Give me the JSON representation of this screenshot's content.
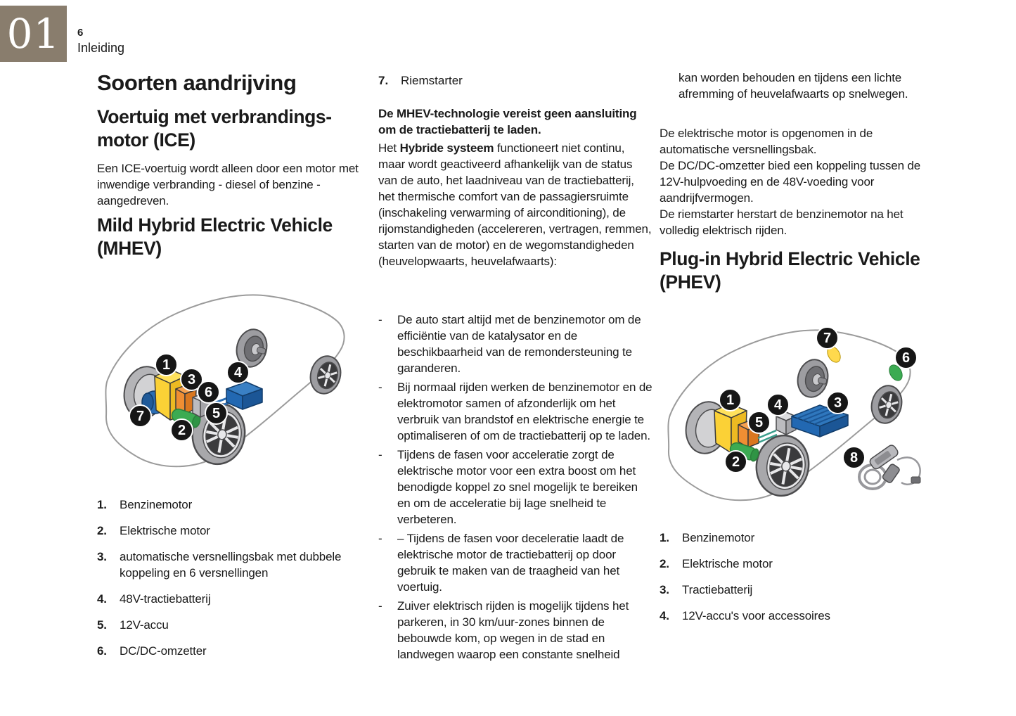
{
  "page": {
    "chapter": "01",
    "page_number": "6",
    "section_title": "Inleiding"
  },
  "left": {
    "title": "Soorten aandrijving",
    "ice_heading": "Voertuig met verbrandings-motor (ICE)",
    "ice_paragraph": "Een ICE-voertuig wordt alleen door een motor met inwendige verbranding - diesel of benzine - aangedreven.",
    "mhev_heading": "Mild Hybrid Electric Vehicle (MHEV)",
    "mhev_legend": [
      {
        "num": "1.",
        "label": "Benzinemotor"
      },
      {
        "num": "2.",
        "label": "Elektrische motor"
      },
      {
        "num": "3.",
        "label": "automatische versnellingsbak met dubbele koppeling en 6 versnellingen"
      },
      {
        "num": "4.",
        "label": "48V-tractiebatterij"
      },
      {
        "num": "5.",
        "label": "12V-accu"
      },
      {
        "num": "6.",
        "label": "DC/DC-omzetter"
      }
    ]
  },
  "middle": {
    "item7_num": "7.",
    "item7_label": "Riemstarter",
    "bold_intro": "De MHEV-technologie vereist geen aansluiting om de tractiebatterij te laden.",
    "para_pre": "Het ",
    "para_bold": "Hybride systeem",
    "para_rest": " functioneert niet continu, maar wordt geactiveerd afhankelijk van de status van de auto, het laadniveau van de tractiebatterij, het thermische comfort van de passagiersruimte (inschakeling verwarming of airconditioning), de rijomstandigheden (accelereren, vertragen, remmen, starten van de motor) en de wegomstandigheden (heuvelopwaarts, heuvelafwaarts):",
    "bullet_char": "-",
    "bullets": [
      "De auto start altijd met de benzinemotor om de efficiëntie van de katalysator en de beschikbaarheid van de remondersteuning te garanderen.",
      "Bij normaal rijden werken de benzinemotor en de elektromotor samen of afzonderlijk om het verbruik van brandstof en elektrische energie te optimaliseren of om de tractiebatterij op te laden.",
      "Tijdens de fasen voor acceleratie zorgt de elektrische motor voor een extra boost om het benodigde koppel zo snel mogelijk te bereiken en om de acceleratie bij lage snelheid te verbeteren.",
      "– Tijdens de fasen voor deceleratie laadt de elektrische motor de tractiebatterij op door gebruik te maken van de traagheid van het voertuig.",
      "Zuiver elektrisch rijden is mogelijk tijdens het parkeren, in 30 km/uur-zones binnen de bebouwde kom, op wegen in de stad en landwegen waarop een constante snelheid"
    ]
  },
  "right": {
    "continuation": "kan worden behouden en tijdens een lichte afremming of heuvelafwaarts op snelwegen.",
    "paragraphs": [
      "De elektrische motor is opgenomen in de automatische versnellingsbak.",
      "De DC/DC-omzetter bied een koppeling tussen de 12V-hulpvoeding en de 48V-voeding voor aandrijfvermogen.",
      "De riemstarter herstart de benzinemotor na het volledig elektrisch rijden."
    ],
    "phev_heading": "Plug-in Hybrid Electric Vehicle (PHEV)",
    "phev_legend": [
      {
        "num": "1.",
        "label": "Benzinemotor"
      },
      {
        "num": "2.",
        "label": "Elektrische motor"
      },
      {
        "num": "3.",
        "label": "Tractiebatterij"
      },
      {
        "num": "4.",
        "label": "12V-accu's voor accessoires"
      }
    ]
  },
  "diagrams": {
    "mhev_markers": [
      "1",
      "2",
      "3",
      "4",
      "5",
      "6",
      "7"
    ],
    "phev_markers": [
      "1",
      "2",
      "3",
      "4",
      "5",
      "6",
      "7",
      "8"
    ]
  },
  "colors": {
    "chapter_box": "#897d6d",
    "text": "#1a1a1a",
    "engine_yellow": "#fbd136",
    "electric_motor_green": "#3cab52",
    "gearbox_orange": "#ef8e33",
    "battery_blue": "#2268b2",
    "wheel_gray": "#a3a3a6",
    "marker_black": "#161616"
  }
}
